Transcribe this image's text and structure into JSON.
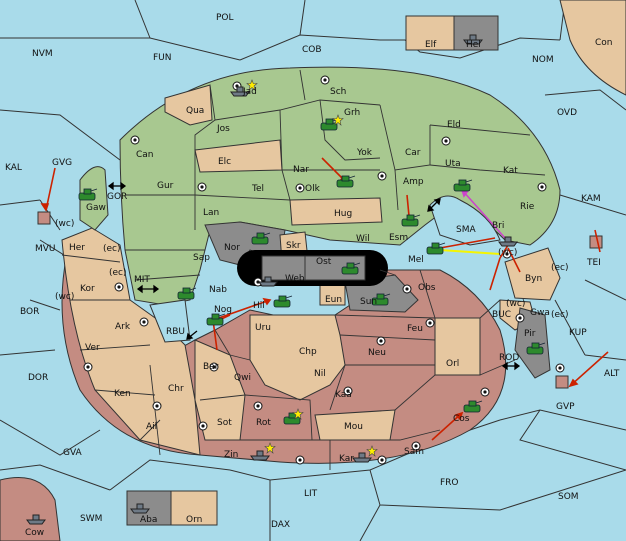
{
  "colors": {
    "sea": "#a9dbea",
    "green": "#a8c890",
    "tan": "#e6c7a0",
    "rose": "#c48c82",
    "gray": "#8c8c8c",
    "black": "#000000",
    "unit_green": "#2d8a2d",
    "unit_gray": "#6e7a86",
    "order_red": "#cc2200",
    "order_magenta": "#cc44cc",
    "order_yellow": "#f5f500"
  },
  "seas": {
    "pol": "POL",
    "nvm": "NVM",
    "fun": "FUN",
    "cob": "COB",
    "nom": "NOM",
    "con": "Con",
    "ovd": "OVD",
    "kal": "KAL",
    "kam": "KAM",
    "gvg": "GVG",
    "mvu": "MVU",
    "gor": "GOR",
    "mit": "MIT",
    "bor": "BOR",
    "rbu": "RBU",
    "dor": "DOR",
    "gva": "GVA",
    "swm": "SWM",
    "lit": "LIT",
    "dax": "DAX",
    "fro": "FRO",
    "som": "SOM",
    "alt": "ALT",
    "kup": "KUP",
    "gvp": "GVP",
    "tei": "TEI",
    "rod": "ROD",
    "buc": "BUC",
    "sma": "SMA",
    "cow": "Cow"
  },
  "green": {
    "jad": "Jad",
    "sch": "Sch",
    "qua": "Qua",
    "jos": "Jos",
    "grh": "Grh",
    "eld": "Eld",
    "can": "Can",
    "elc": "Elc",
    "yok": "Yok",
    "car": "Car",
    "nar": "Nar",
    "uta": "Uta",
    "kat": "Kat",
    "amp": "Amp",
    "olk": "Olk",
    "tel": "Tel",
    "gur": "Gur",
    "lan": "Lan",
    "hug": "Hug",
    "rie": "Rie",
    "gaw": "Gaw",
    "esm": "Esm",
    "nor": "Nor",
    "wil": "Wil",
    "sap": "Sap",
    "nab": "Nab"
  },
  "tan": {
    "her": "Her",
    "kor": "Kor",
    "ark": "Ark",
    "ver": "Ver",
    "chr": "Chr",
    "bar": "Bar",
    "uru": "Uru",
    "chp": "Chp",
    "nil": "Nil",
    "sot": "Sot",
    "mou": "Mou",
    "orl": "Orl",
    "byn": "Byn",
    "gwa": "Gwa",
    "eun": "Eun",
    "elf": "Elf",
    "orn": "Orn"
  },
  "rose": {
    "ken": "Ken",
    "ail": "Ail",
    "zin": "Zin",
    "rot": "Rot",
    "qwi": "Qwi",
    "nog": "Nog",
    "hil": "Hil",
    "kar": "Kar",
    "sam": "Sam",
    "cos": "Cos",
    "kaa": "Kaa",
    "neu": "Neu",
    "feu": "Feu",
    "obs": "Obs",
    "mel": "Mel",
    "bri": "Bri"
  },
  "gray": {
    "skr": "Skr",
    "ost": "Ost",
    "web": "Web",
    "sun": "Sun",
    "pir": "Pir",
    "hel": "Hel",
    "aba": "Aba"
  },
  "coast": {
    "wc": "(wc)",
    "ec": "(ec)"
  }
}
